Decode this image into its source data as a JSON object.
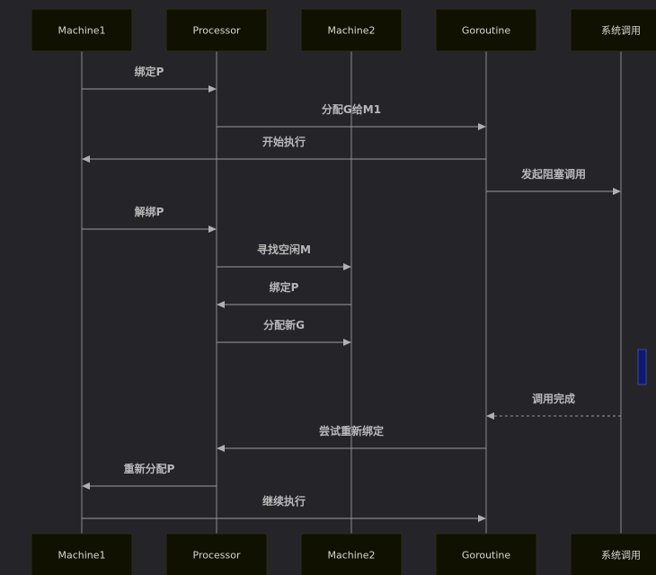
{
  "actors": [
    {
      "id": "m1",
      "label": "Machine1"
    },
    {
      "id": "p",
      "label": "Processor"
    },
    {
      "id": "m2",
      "label": "Machine2"
    },
    {
      "id": "g",
      "label": "Goroutine"
    },
    {
      "id": "sys",
      "label": "系统调用"
    }
  ],
  "messages": [
    {
      "from": "m1",
      "to": "p",
      "label": "绑定P",
      "style": "solid"
    },
    {
      "from": "p",
      "to": "g",
      "label": "分配G给M1",
      "style": "solid"
    },
    {
      "from": "g",
      "to": "m1",
      "label": "开始执行",
      "style": "solid"
    },
    {
      "from": "g",
      "to": "sys",
      "label": "发起阻塞调用",
      "style": "solid"
    },
    {
      "from": "m1",
      "to": "p",
      "label": "解绑P",
      "style": "solid"
    },
    {
      "from": "p",
      "to": "m2",
      "label": "寻找空闲M",
      "style": "solid"
    },
    {
      "from": "m2",
      "to": "p",
      "label": "绑定P",
      "style": "solid"
    },
    {
      "from": "p",
      "to": "m2",
      "label": "分配新G",
      "style": "solid"
    },
    {
      "from": "sys",
      "to": "g",
      "label": "调用完成",
      "style": "dashed"
    },
    {
      "from": "g",
      "to": "p",
      "label": "尝试重新绑定",
      "style": "solid"
    },
    {
      "from": "p",
      "to": "m1",
      "label": "重新分配P",
      "style": "solid"
    },
    {
      "from": "m1",
      "to": "g",
      "label": "继续执行",
      "style": "solid"
    }
  ],
  "colors": {
    "background": "#252429",
    "actor_fill": "#111100",
    "line": "#9a9a9a",
    "activation": "#0f1a6e"
  }
}
